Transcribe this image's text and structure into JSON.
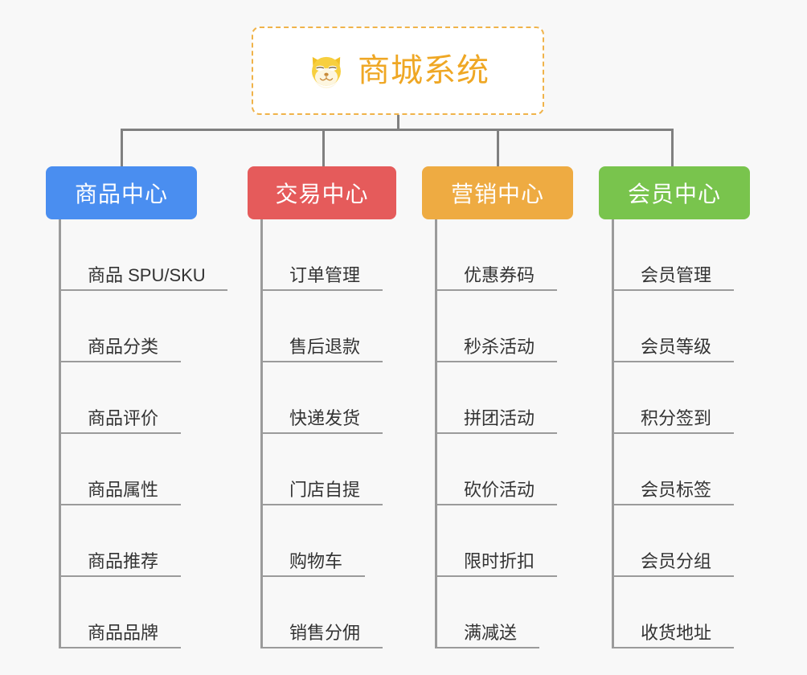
{
  "page": {
    "background_color": "#f8f8f8",
    "connector_color": "#808080",
    "leaf_line_color": "#9b9b9b",
    "leaf_text_color": "#333333"
  },
  "root": {
    "title": "商城系统",
    "icon": "shiba-dog-face-icon",
    "text_color": "#efa724",
    "border_color": "#f0b34a",
    "background_color": "#ffffff"
  },
  "columns": [
    {
      "title": "商品中心",
      "color": "#4a8ef0",
      "items": [
        {
          "label": "商品 SPU/SKU"
        },
        {
          "label": "商品分类"
        },
        {
          "label": "商品评价"
        },
        {
          "label": "商品属性"
        },
        {
          "label": "商品推荐"
        },
        {
          "label": "商品品牌"
        }
      ]
    },
    {
      "title": "交易中心",
      "color": "#e55b5b",
      "items": [
        {
          "label": "订单管理"
        },
        {
          "label": "售后退款"
        },
        {
          "label": "快递发货"
        },
        {
          "label": "门店自提"
        },
        {
          "label": "购物车"
        },
        {
          "label": "销售分佣"
        }
      ]
    },
    {
      "title": "营销中心",
      "color": "#eeab42",
      "items": [
        {
          "label": "优惠券码"
        },
        {
          "label": "秒杀活动"
        },
        {
          "label": "拼团活动"
        },
        {
          "label": "砍价活动"
        },
        {
          "label": "限时折扣"
        },
        {
          "label": "满减送"
        }
      ]
    },
    {
      "title": "会员中心",
      "color": "#79c44d",
      "items": [
        {
          "label": "会员管理"
        },
        {
          "label": "会员等级"
        },
        {
          "label": "积分签到"
        },
        {
          "label": "会员标签"
        },
        {
          "label": "会员分组"
        },
        {
          "label": "收货地址"
        }
      ]
    }
  ]
}
